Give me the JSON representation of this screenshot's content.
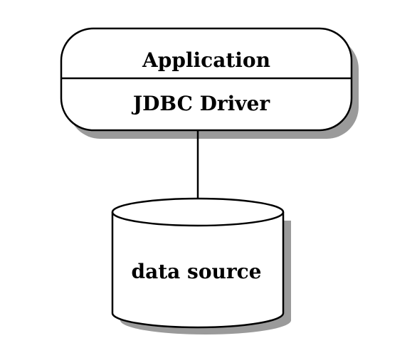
{
  "diagram": {
    "app_label": "Application",
    "driver_label": "JDBC Driver",
    "datasource_label": "data source"
  },
  "colors": {
    "stroke": "#000000",
    "fill": "#ffffff",
    "shadow": "#9a9a9a"
  }
}
